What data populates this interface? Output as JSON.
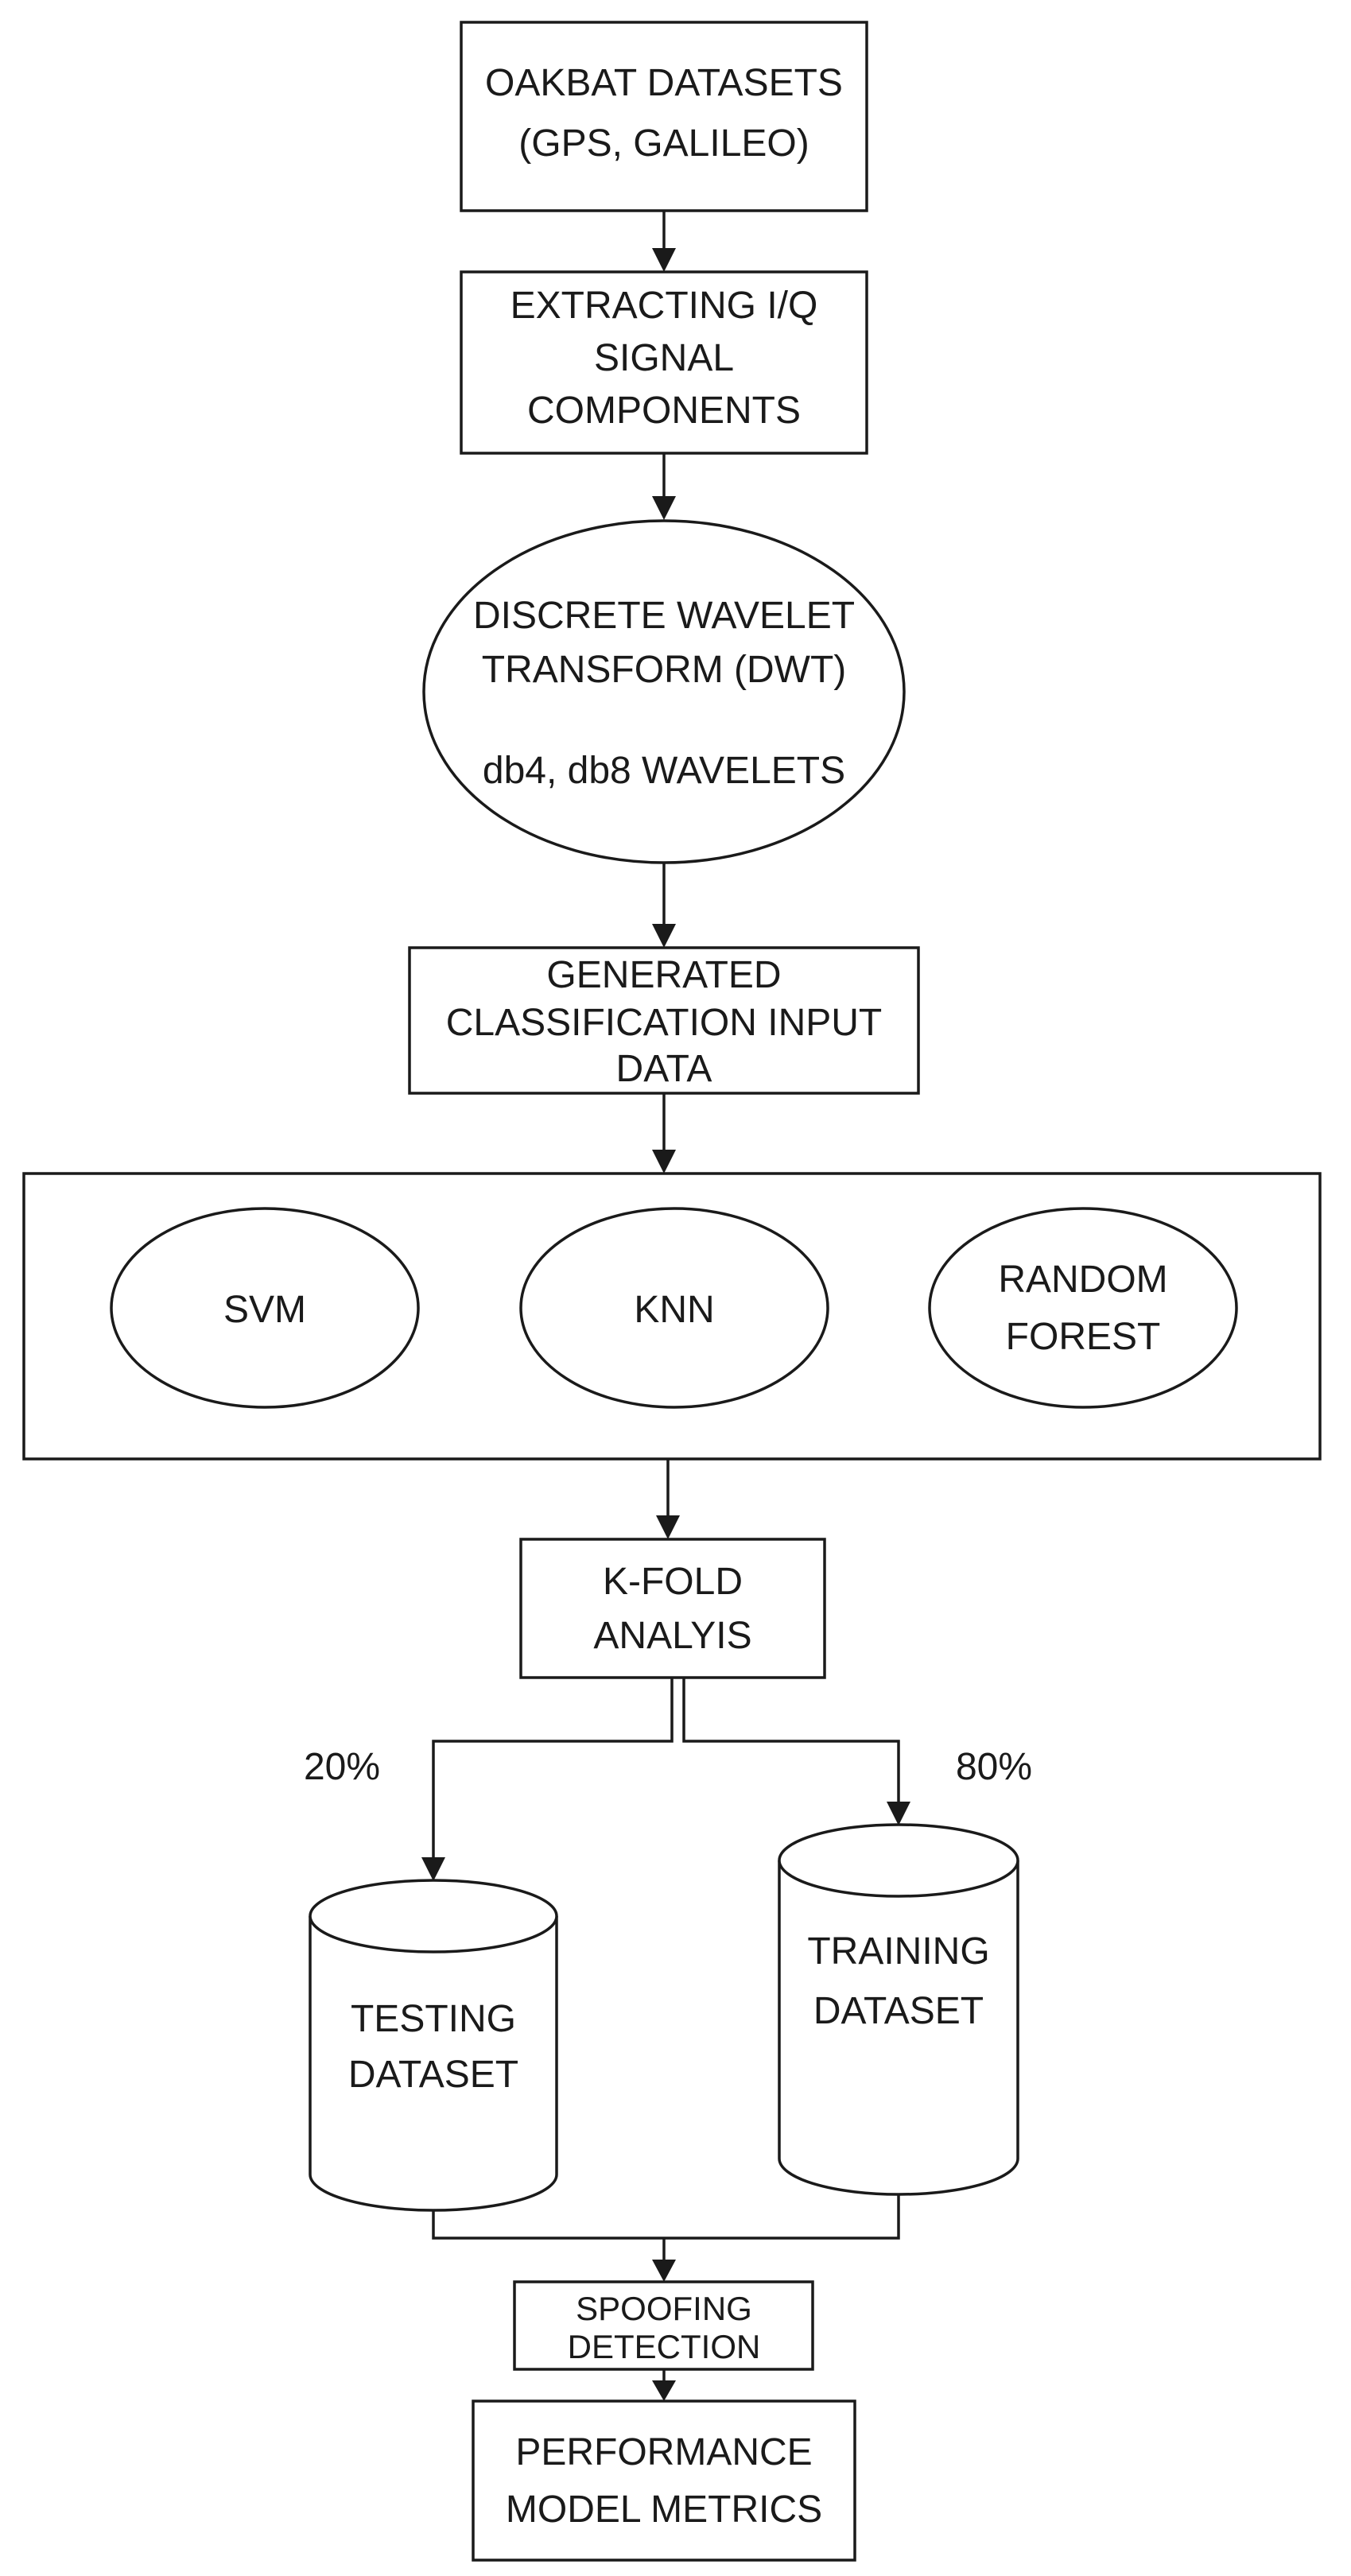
{
  "nodes": {
    "oakbat": {
      "lines": [
        "OAKBAT DATASETS",
        "(GPS, GALILEO)"
      ]
    },
    "extract": {
      "lines": [
        "EXTRACTING I/Q",
        "SIGNAL",
        "COMPONENTS"
      ]
    },
    "dwt": {
      "lines": [
        "DISCRETE WAVELET",
        "TRANSFORM (DWT)",
        "",
        "db4, db8 WAVELETS"
      ]
    },
    "generated": {
      "lines": [
        "GENERATED",
        "CLASSIFICATION INPUT",
        "DATA"
      ]
    },
    "svm": {
      "lines": [
        "SVM"
      ]
    },
    "knn": {
      "lines": [
        "KNN"
      ]
    },
    "rf": {
      "lines": [
        "RANDOM",
        "FOREST"
      ]
    },
    "kfold": {
      "lines": [
        "K-FOLD",
        "ANALYIS"
      ]
    },
    "testing": {
      "lines": [
        "TESTING",
        "DATASET"
      ]
    },
    "training": {
      "lines": [
        "TRAINING",
        "DATASET"
      ]
    },
    "spoofing": {
      "lines": [
        "SPOOFING",
        "DETECTION"
      ]
    },
    "performance": {
      "lines": [
        "PERFORMANCE",
        "MODEL METRICS"
      ]
    }
  },
  "split_labels": {
    "test_pct": "20%",
    "train_pct": "80%"
  }
}
